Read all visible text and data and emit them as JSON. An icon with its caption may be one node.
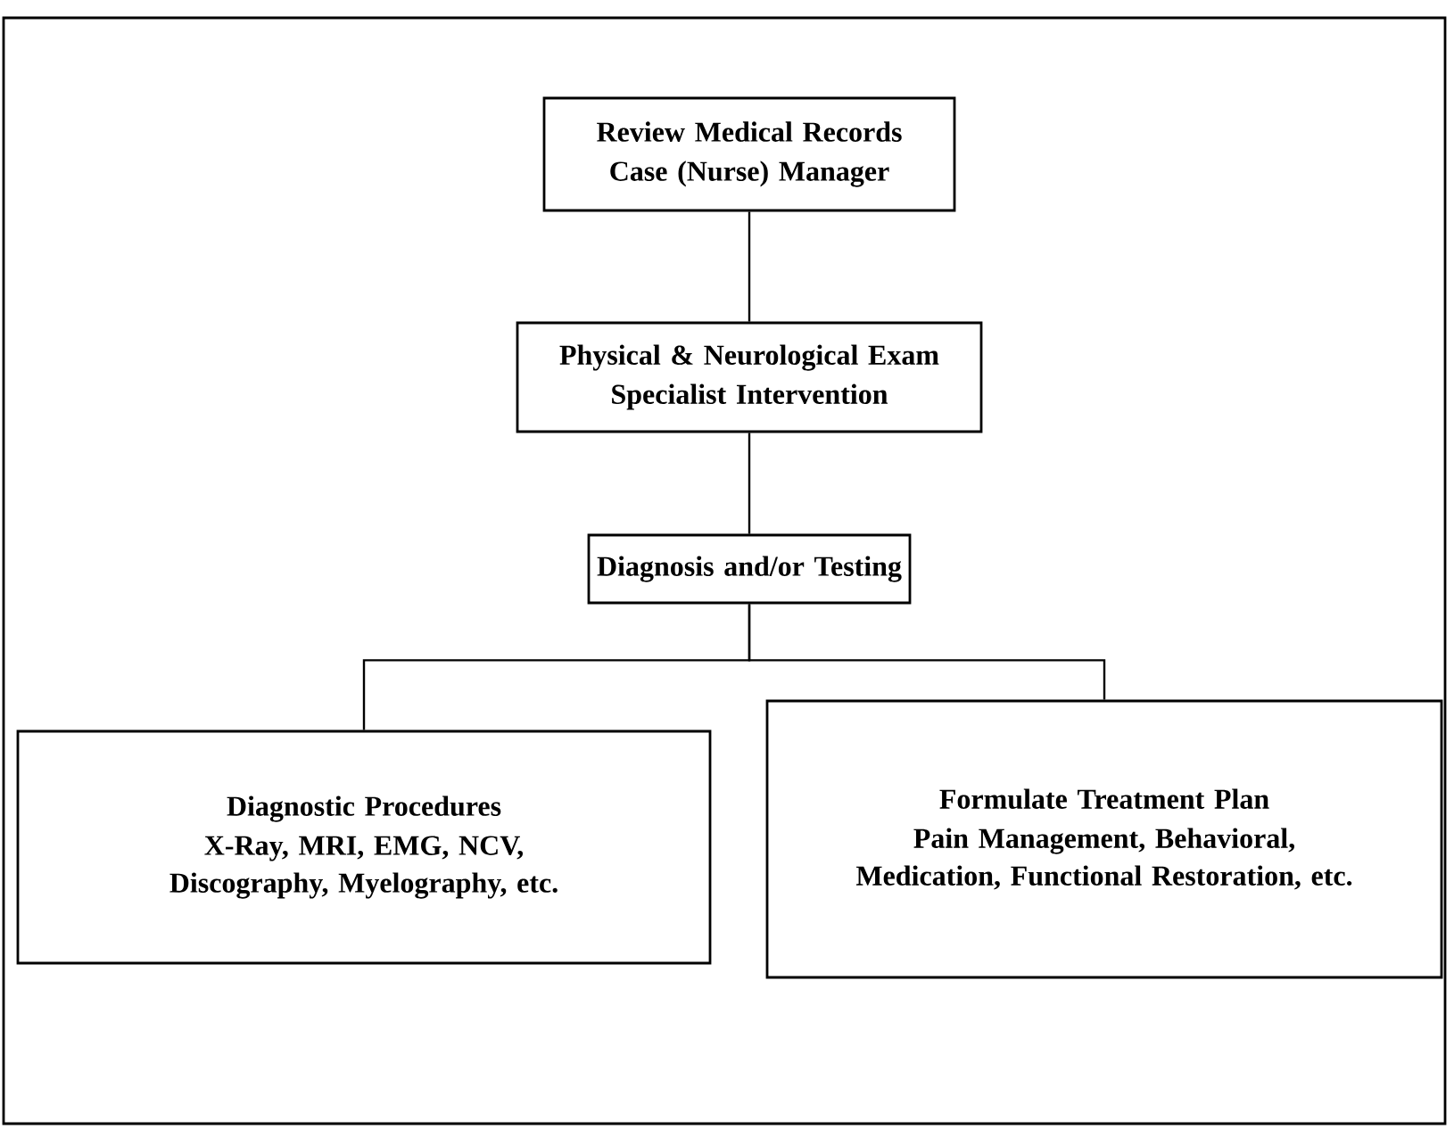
{
  "diagram": {
    "nodes": [
      {
        "text": [
          "Review Medical Records",
          "Case (Nurse) Manager"
        ]
      },
      {
        "text": [
          "Physical & Neurological Exam",
          "Specialist Intervention"
        ]
      },
      {
        "text": [
          "Diagnosis and/or Testing"
        ]
      },
      {
        "text": [
          "Diagnostic Procedures",
          "X-Ray, MRI, EMG, NCV, Discography, Myelography, etc."
        ]
      },
      {
        "text": [
          "Formulate Treatment Plan",
          "Pain Management, Behavioral, Medication, Functional Restoration, etc."
        ]
      }
    ],
    "edges": [
      {
        "from": 0,
        "to": 1,
        "arrow": "none"
      },
      {
        "from": 1,
        "to": 2,
        "arrow": "none"
      },
      {
        "from": 2,
        "to": 3,
        "arrow": "none"
      },
      {
        "from": 2,
        "to": 4,
        "arrow": "none"
      }
    ]
  }
}
